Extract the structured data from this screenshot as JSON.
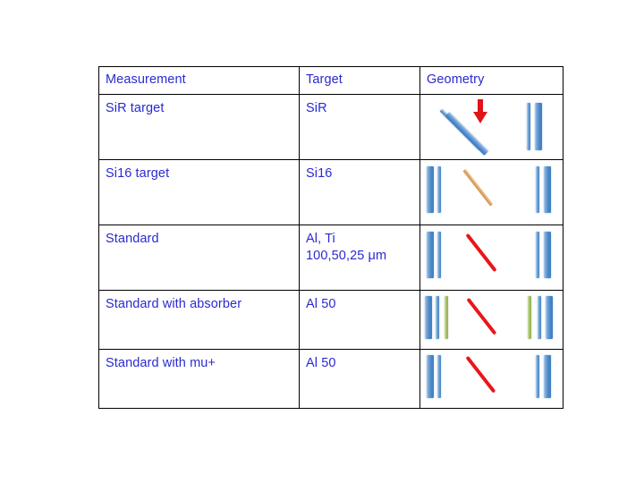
{
  "slide": {
    "background_color": "#ffffff",
    "text_color": "#2a2ad0",
    "border_color": "#000000"
  },
  "table": {
    "name": "measurement-target-geometry-table",
    "headers": [
      "Measurement",
      "Target",
      "Geometry"
    ],
    "rows": [
      {
        "measurement": "SiR target",
        "target": "SiR",
        "geometry": {
          "description": "two parallel blue diagonal bars with red down arrow, two vertical blue bars at right",
          "elements": [
            {
              "kind": "diagonal-bar",
              "color": "#4c89ca",
              "style": "thin"
            },
            {
              "kind": "diagonal-bar",
              "color": "#4c89ca",
              "style": "thick"
            },
            {
              "kind": "arrow-down",
              "color": "#e01418"
            },
            {
              "kind": "vertical-bar",
              "color": "#4585c7",
              "style": "thin"
            },
            {
              "kind": "vertical-bar",
              "color": "#4a87c8",
              "style": "thick"
            }
          ]
        }
      },
      {
        "measurement": "Si16 target",
        "target": "Si16",
        "geometry": {
          "description": "blue vertical bars left and right, orange diagonal line in middle",
          "elements": [
            {
              "kind": "vertical-bar",
              "color": "#4a87c8",
              "style": "thick"
            },
            {
              "kind": "vertical-bar",
              "color": "#4585c7",
              "style": "thin"
            },
            {
              "kind": "diagonal-line",
              "color": "#dda264"
            },
            {
              "kind": "vertical-bar",
              "color": "#4585c7",
              "style": "thin"
            },
            {
              "kind": "vertical-bar",
              "color": "#4a87c8",
              "style": "thick"
            }
          ]
        }
      },
      {
        "measurement": "Standard",
        "target": "Al, Ti\n100,50,25 μm",
        "geometry": {
          "description": "blue vertical bars left and right, red diagonal line in middle",
          "elements": [
            {
              "kind": "vertical-bar",
              "color": "#4a87c8",
              "style": "thick"
            },
            {
              "kind": "vertical-bar",
              "color": "#4585c7",
              "style": "thin"
            },
            {
              "kind": "diagonal-line",
              "color": "#e8161a"
            },
            {
              "kind": "vertical-bar",
              "color": "#4585c7",
              "style": "thin"
            },
            {
              "kind": "vertical-bar",
              "color": "#4a87c8",
              "style": "thick"
            }
          ]
        }
      },
      {
        "measurement": "Standard with absorber",
        "target": "Al 50",
        "geometry": {
          "description": "blue and green vertical bars left and right, red diagonal line in middle",
          "elements": [
            {
              "kind": "vertical-bar",
              "color": "#4a87c8",
              "style": "thick"
            },
            {
              "kind": "vertical-bar",
              "color": "#4585c7",
              "style": "thin"
            },
            {
              "kind": "vertical-bar",
              "color": "#a8c36a",
              "style": "green"
            },
            {
              "kind": "diagonal-line",
              "color": "#e8161a"
            },
            {
              "kind": "vertical-bar",
              "color": "#a8c36a",
              "style": "green"
            },
            {
              "kind": "vertical-bar",
              "color": "#4585c7",
              "style": "thin"
            },
            {
              "kind": "vertical-bar",
              "color": "#4a87c8",
              "style": "thick"
            }
          ]
        }
      },
      {
        "measurement": "Standard with mu+",
        "target": "Al 50",
        "geometry": {
          "description": "blue vertical bars left and right, red diagonal line in middle",
          "elements": [
            {
              "kind": "vertical-bar",
              "color": "#4a87c8",
              "style": "thick"
            },
            {
              "kind": "vertical-bar",
              "color": "#4585c7",
              "style": "thin"
            },
            {
              "kind": "diagonal-line",
              "color": "#e8161a"
            },
            {
              "kind": "vertical-bar",
              "color": "#4585c7",
              "style": "thin"
            },
            {
              "kind": "vertical-bar",
              "color": "#4a87c8",
              "style": "thick"
            }
          ]
        }
      }
    ]
  }
}
